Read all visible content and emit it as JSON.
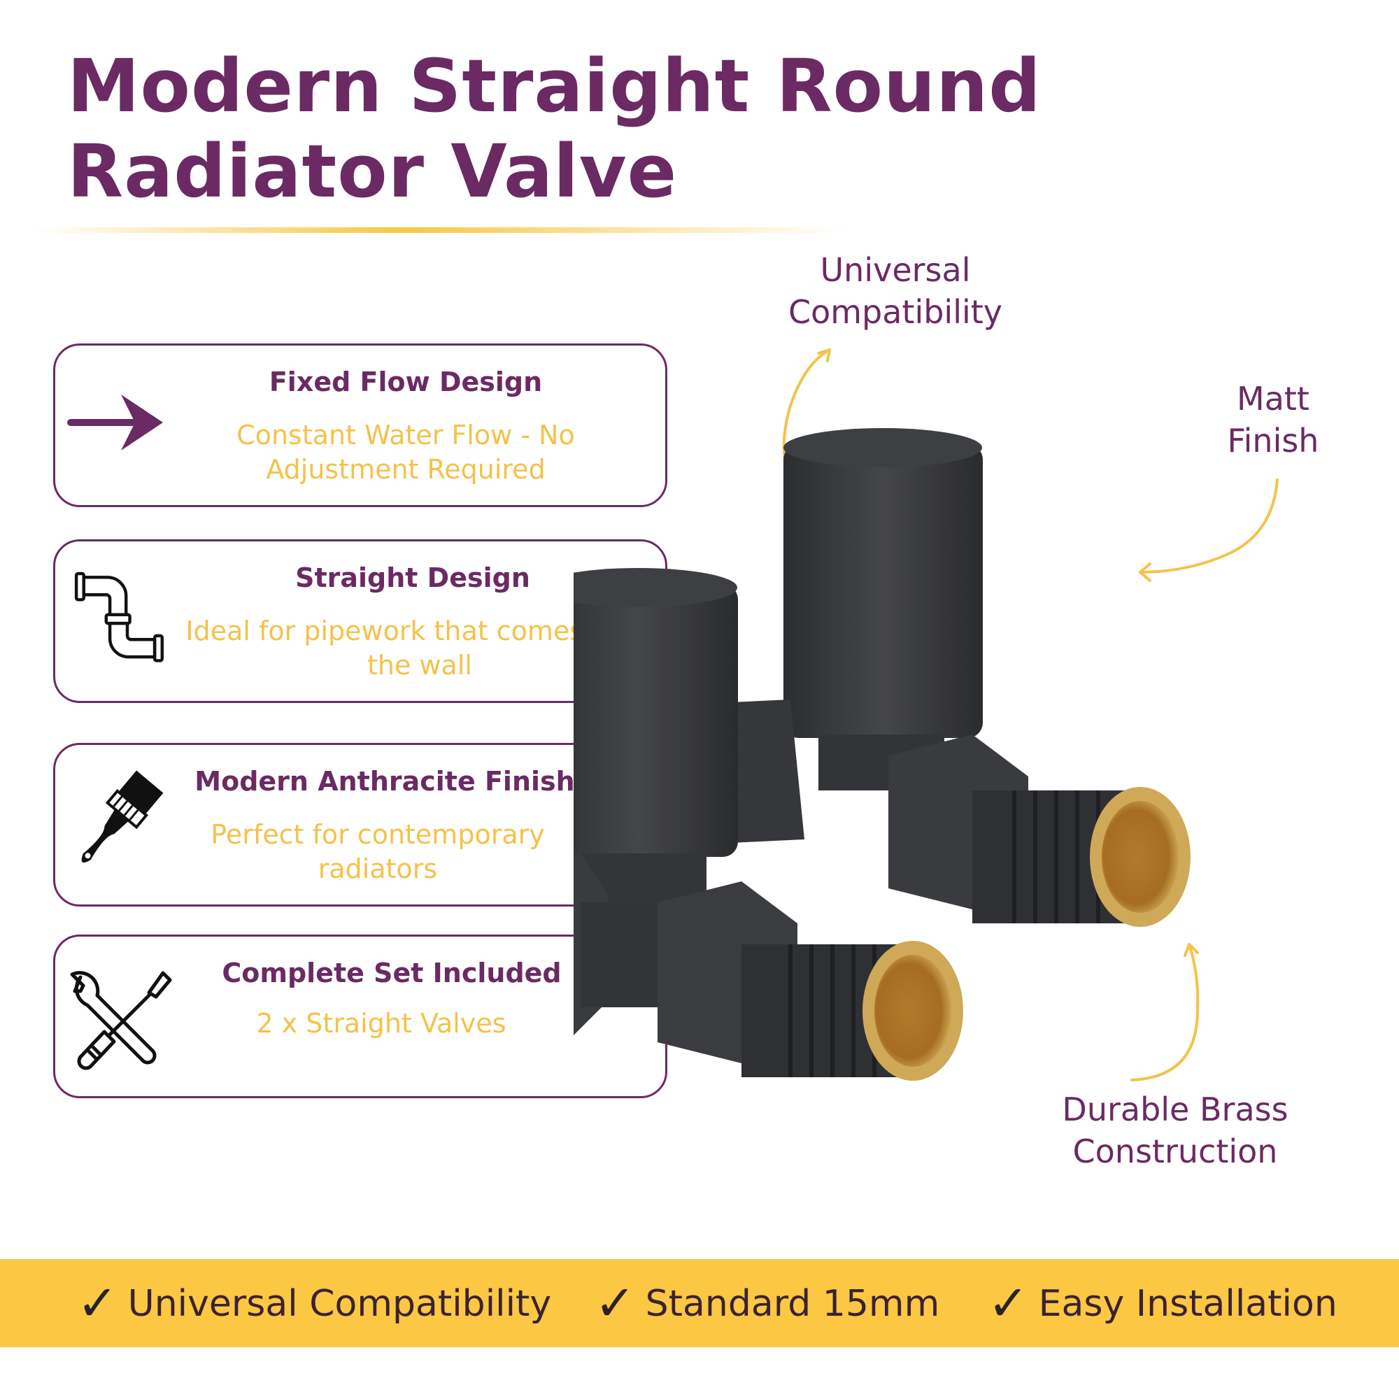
{
  "title": {
    "line1": "Modern Straight Round",
    "line2": "Radiator Valve"
  },
  "features": [
    {
      "title": "Fixed Flow Design",
      "desc": "Constant Water Flow - No Adjustment Required",
      "icon": "arrow-right-icon"
    },
    {
      "title": "Straight Design",
      "desc": "Ideal for pipework that comes from the wall",
      "icon": "pipe-icon"
    },
    {
      "title": "Modern Anthracite Finish",
      "desc": "Perfect for contemporary radiators",
      "icon": "paintbrush-icon"
    },
    {
      "title": "Complete Set Included",
      "desc": "2 x Straight Valves",
      "icon": "wrench-screwdriver-icon"
    }
  ],
  "callouts": {
    "universal": [
      "Universal",
      "Compatibility"
    ],
    "matt": [
      "Matt",
      "Finish"
    ],
    "brass": [
      "Durable Brass",
      "Construction"
    ]
  },
  "bottom_bar": {
    "check_glyph": "✓",
    "items": [
      "Universal Compatibility",
      "Standard 15mm",
      "Easy Installation"
    ]
  },
  "colors": {
    "primary": "#6b2a63",
    "accent": "#fcc742",
    "desc_text": "#f4c24a",
    "valve_body": "#3b3c3e",
    "brass": "#b9933c"
  }
}
